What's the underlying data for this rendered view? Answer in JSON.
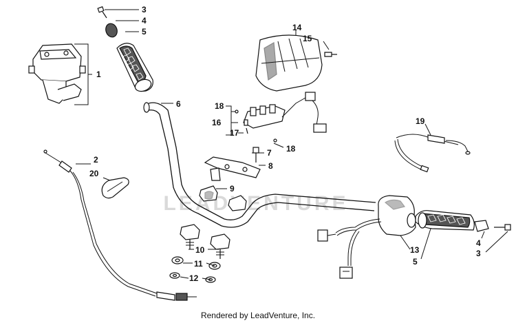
{
  "callouts": {
    "c1": "1",
    "c2": "2",
    "c3a": "3",
    "c3b": "3",
    "c4a": "4",
    "c4b": "4",
    "c5a": "5",
    "c5b": "5",
    "c6": "6",
    "c7": "7",
    "c8": "8",
    "c9": "9",
    "c10": "10",
    "c11": "11",
    "c12": "12",
    "c13": "13",
    "c14": "14",
    "c15": "15",
    "c16": "16",
    "c17": "17",
    "c18a": "18",
    "c18b": "18",
    "c19": "19",
    "c20": "20"
  },
  "watermark": "LEADVENTURE",
  "footer": "Rendered by LeadVenture, Inc."
}
